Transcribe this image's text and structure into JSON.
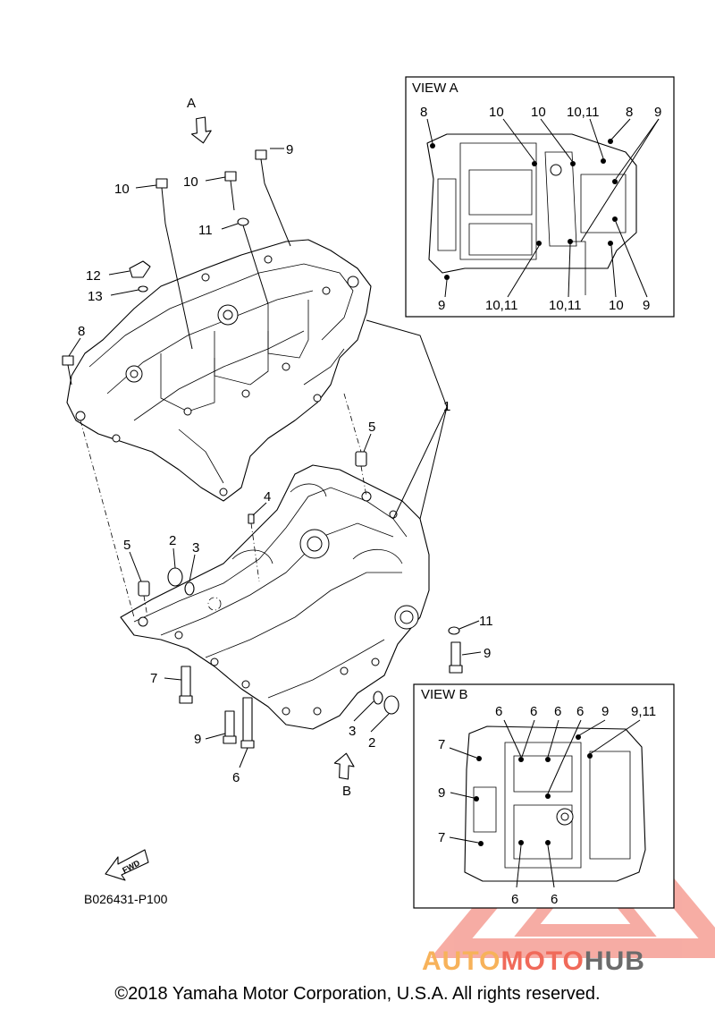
{
  "labels": {
    "view_a_arrow": "A",
    "view_b_arrow": "B",
    "fwd": "FWD",
    "part_number": "B026431-P100",
    "main": [
      "10",
      "10",
      "9",
      "11",
      "12",
      "13",
      "8",
      "1",
      "5",
      "4",
      "2",
      "3",
      "5",
      "7",
      "11",
      "9",
      "9",
      "6",
      "3",
      "2"
    ],
    "view_a_top": [
      "8",
      "10",
      "10",
      "10,11",
      "8",
      "9"
    ],
    "view_a_bottom": [
      "9",
      "10,11",
      "10,11",
      "10",
      "9"
    ],
    "view_b_top": [
      "6",
      "6",
      "6",
      "6",
      "9",
      "9,11"
    ],
    "view_b_left": [
      "7",
      "9",
      "7"
    ],
    "view_b_bottom": [
      "6",
      "6"
    ]
  },
  "view_a_title": "VIEW A",
  "view_b_title": "VIEW B",
  "logo": {
    "part1": "AUTO",
    "part2": "MOTO",
    "part3": "HUB"
  },
  "copyright": "©2018 Yamaha Motor Corporation, U.S.A. All rights reserved.",
  "colors": {
    "logo_orange": "#f7b25a",
    "logo_red": "#f06a5a",
    "logo_gray": "#6b6b6b"
  }
}
